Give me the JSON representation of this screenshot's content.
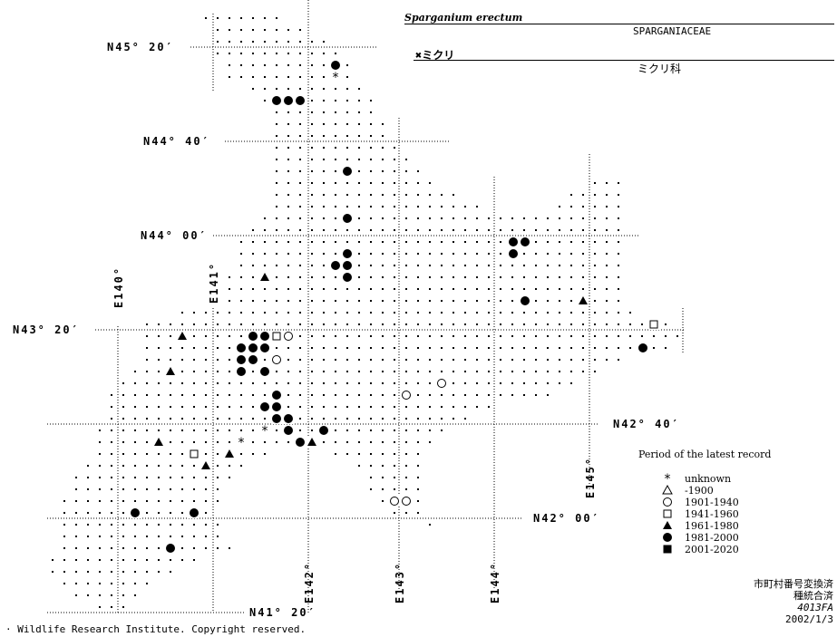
{
  "header": {
    "scientific_name": "Sparganium erectum",
    "family_latin": "SPARGANIACEAE",
    "japanese_name": "✖ミクリ",
    "family_japanese": "ミクリ科"
  },
  "latitude_labels": [
    "N45° 20′",
    "N44° 40′",
    "N44° 00′",
    "N43° 20′",
    "N42° 40′",
    "N42° 00′",
    "N41° 20′"
  ],
  "longitude_labels": [
    "E140°",
    "E141°",
    "E142°",
    "E143°",
    "E144°",
    "E145°"
  ],
  "legend": {
    "title": "Period of the latest record",
    "items": [
      {
        "symbol": "asterisk",
        "label": "unknown"
      },
      {
        "symbol": "open-triangle",
        "label": "-1900"
      },
      {
        "symbol": "open-circle",
        "label": "1901-1940"
      },
      {
        "symbol": "open-square",
        "label": "1941-1960"
      },
      {
        "symbol": "filled-triangle",
        "label": "1961-1980"
      },
      {
        "symbol": "filled-circle",
        "label": "1981-2000"
      },
      {
        "symbol": "filled-square",
        "label": "2001-2020"
      }
    ]
  },
  "notes": [
    "市町村番号変換済",
    "種統合済",
    "4013FA",
    "2002/1/3"
  ],
  "footer": "· Wildlife Research Institute. Copyright reserved.",
  "records": {
    "filled-circle": [
      [
        370,
        72
      ],
      [
        305,
        111
      ],
      [
        318,
        111
      ],
      [
        331,
        111
      ],
      [
        383,
        189
      ],
      [
        383,
        241
      ],
      [
        566,
        267
      ],
      [
        579,
        267
      ],
      [
        566,
        280
      ],
      [
        383,
        280
      ],
      [
        370,
        293
      ],
      [
        383,
        293
      ],
      [
        383,
        306
      ],
      [
        579,
        332
      ],
      [
        279,
        371
      ],
      [
        292,
        371
      ],
      [
        266,
        384
      ],
      [
        279,
        384
      ],
      [
        292,
        384
      ],
      [
        266,
        397
      ],
      [
        279,
        397
      ],
      [
        266,
        410
      ],
      [
        292,
        410
      ],
      [
        305,
        436
      ],
      [
        292,
        449
      ],
      [
        305,
        449
      ],
      [
        305,
        462
      ],
      [
        318,
        462
      ],
      [
        318,
        475
      ],
      [
        357,
        475
      ],
      [
        331,
        488
      ],
      [
        709,
        384
      ],
      [
        149,
        566
      ],
      [
        214,
        566
      ],
      [
        188,
        605
      ]
    ],
    "open-circle": [
      [
        318,
        371
      ],
      [
        305,
        397
      ],
      [
        487,
        423
      ],
      [
        448,
        436
      ],
      [
        435,
        553
      ],
      [
        448,
        553
      ]
    ],
    "open-square": [
      [
        305,
        371
      ],
      [
        721,
        358
      ],
      [
        214,
        501
      ]
    ],
    "filled-triangle": [
      [
        292,
        306
      ],
      [
        643,
        332
      ],
      [
        201,
        371
      ],
      [
        188,
        410
      ],
      [
        175,
        488
      ],
      [
        344,
        488
      ],
      [
        253,
        501
      ],
      [
        227,
        514
      ]
    ],
    "asterisk": [
      [
        370,
        85
      ],
      [
        292,
        475
      ],
      [
        266,
        488
      ]
    ]
  }
}
